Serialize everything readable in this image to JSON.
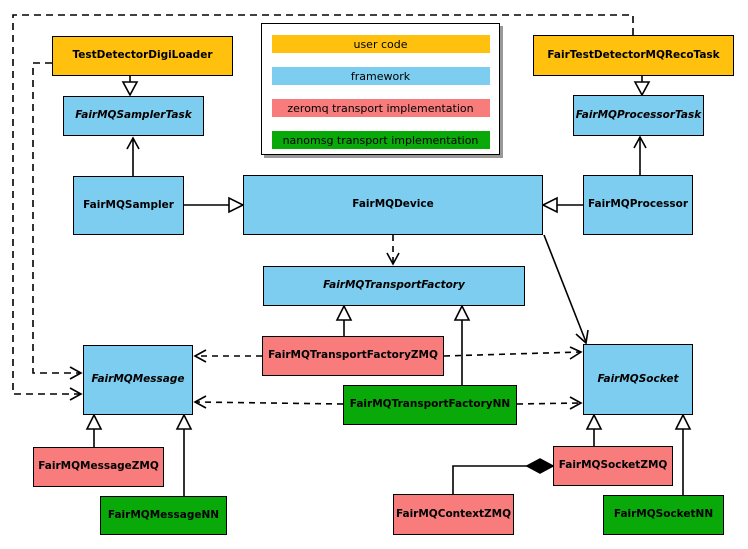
{
  "legend": {
    "items": [
      {
        "label": "user code",
        "color": "#FFC10E",
        "category": "user"
      },
      {
        "label": "framework",
        "color": "#7CCDEF",
        "category": "framework"
      },
      {
        "label": "zeromq transport implementation",
        "color": "#F87C7C",
        "category": "zeromq"
      },
      {
        "label": "nanomsg transport implementation",
        "color": "#09A909",
        "category": "nanomsg"
      }
    ]
  },
  "nodes": {
    "test_detector_digi_loader": {
      "label": "TestDetectorDigiLoader",
      "category": "user",
      "abstract": false
    },
    "fair_test_detector_mq_reco_task": {
      "label": "FairTestDetectorMQRecoTask",
      "category": "user",
      "abstract": false
    },
    "sampler_task": {
      "label": "FairMQSamplerTask",
      "category": "framework",
      "abstract": true
    },
    "processor_task": {
      "label": "FairMQProcessorTask",
      "category": "framework",
      "abstract": true
    },
    "sampler": {
      "label": "FairMQSampler",
      "category": "framework",
      "abstract": false
    },
    "device": {
      "label": "FairMQDevice",
      "category": "framework",
      "abstract": false
    },
    "processor": {
      "label": "FairMQProcessor",
      "category": "framework",
      "abstract": false
    },
    "transport_factory": {
      "label": "FairMQTransportFactory",
      "category": "framework",
      "abstract": true
    },
    "transport_factory_zmq": {
      "label": "FairMQTransportFactoryZMQ",
      "category": "zeromq",
      "abstract": false
    },
    "transport_factory_nn": {
      "label": "FairMQTransportFactoryNN",
      "category": "nanomsg",
      "abstract": false
    },
    "message": {
      "label": "FairMQMessage",
      "category": "framework",
      "abstract": true
    },
    "socket": {
      "label": "FairMQSocket",
      "category": "framework",
      "abstract": true
    },
    "message_zmq": {
      "label": "FairMQMessageZMQ",
      "category": "zeromq",
      "abstract": false
    },
    "message_nn": {
      "label": "FairMQMessageNN",
      "category": "nanomsg",
      "abstract": false
    },
    "context_zmq": {
      "label": "FairMQContextZMQ",
      "category": "zeromq",
      "abstract": false
    },
    "socket_zmq": {
      "label": "FairMQSocketZMQ",
      "category": "zeromq",
      "abstract": false
    },
    "socket_nn": {
      "label": "FairMQSocketNN",
      "category": "nanomsg",
      "abstract": false
    }
  },
  "edges": [
    {
      "from": "TestDetectorDigiLoader",
      "to": "FairMQSamplerTask",
      "type": "inheritance"
    },
    {
      "from": "FairTestDetectorMQRecoTask",
      "to": "FairMQProcessorTask",
      "type": "inheritance"
    },
    {
      "from": "FairMQSampler",
      "to": "FairMQDevice",
      "type": "inheritance"
    },
    {
      "from": "FairMQProcessor",
      "to": "FairMQDevice",
      "type": "inheritance"
    },
    {
      "from": "FairMQSampler",
      "to": "FairMQSamplerTask",
      "type": "association"
    },
    {
      "from": "FairMQProcessor",
      "to": "FairMQProcessorTask",
      "type": "association"
    },
    {
      "from": "FairMQDevice",
      "to": "FairMQTransportFactory",
      "type": "dependency"
    },
    {
      "from": "FairMQDevice",
      "to": "FairMQSocket",
      "type": "association"
    },
    {
      "from": "FairMQTransportFactoryZMQ",
      "to": "FairMQTransportFactory",
      "type": "inheritance"
    },
    {
      "from": "FairMQTransportFactoryNN",
      "to": "FairMQTransportFactory",
      "type": "inheritance"
    },
    {
      "from": "FairMQTransportFactoryZMQ",
      "to": "FairMQMessage",
      "type": "dependency"
    },
    {
      "from": "FairMQTransportFactoryZMQ",
      "to": "FairMQSocket",
      "type": "dependency"
    },
    {
      "from": "FairMQTransportFactoryNN",
      "to": "FairMQMessage",
      "type": "dependency"
    },
    {
      "from": "FairMQTransportFactoryNN",
      "to": "FairMQSocket",
      "type": "dependency"
    },
    {
      "from": "TestDetectorDigiLoader",
      "to": "FairMQMessage",
      "type": "dependency"
    },
    {
      "from": "FairTestDetectorMQRecoTask",
      "to": "FairMQMessage",
      "type": "dependency"
    },
    {
      "from": "FairMQMessageZMQ",
      "to": "FairMQMessage",
      "type": "inheritance"
    },
    {
      "from": "FairMQMessageNN",
      "to": "FairMQMessage",
      "type": "inheritance"
    },
    {
      "from": "FairMQSocketZMQ",
      "to": "FairMQSocket",
      "type": "inheritance"
    },
    {
      "from": "FairMQSocketNN",
      "to": "FairMQSocket",
      "type": "inheritance"
    },
    {
      "from": "FairMQContextZMQ",
      "to": "FairMQSocketZMQ",
      "type": "composition"
    }
  ]
}
